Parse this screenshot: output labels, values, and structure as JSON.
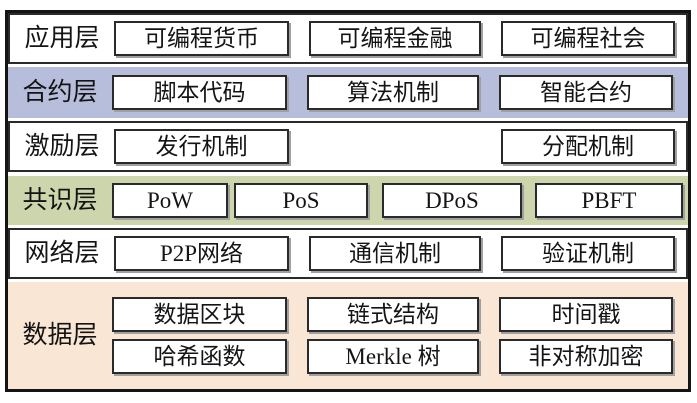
{
  "diagram": {
    "type": "layered-architecture",
    "subject": "blockchain-architecture",
    "language": "zh-CN",
    "colors": {
      "frame_border": "#141414",
      "box_border": "#2a2a2a",
      "box_shadow": "#a0a0a0",
      "plain_layer_bg": "#ffffff",
      "contract_layer_bg": "#b6bedc",
      "consensus_layer_bg": "#ccd5ab",
      "data_layer_bg": "#f9e6d5"
    },
    "layers": [
      {
        "label": "应用层",
        "boxes": [
          "可编程货币",
          "可编程金融",
          "可编程社会"
        ]
      },
      {
        "label": "合约层",
        "boxes": [
          "脚本代码",
          "算法机制",
          "智能合约"
        ]
      },
      {
        "label": "激励层",
        "boxes": [
          "发行机制",
          "分配机制"
        ]
      },
      {
        "label": "共识层",
        "boxes": [
          "PoW",
          "PoS",
          "DPoS",
          "PBFT"
        ]
      },
      {
        "label": "网络层",
        "boxes": [
          "P2P网络",
          "通信机制",
          "验证机制"
        ]
      },
      {
        "label": "数据层",
        "box_rows": [
          [
            "数据区块",
            "链式结构",
            "时间戳"
          ],
          [
            "哈希函数",
            "Merkle 树",
            "非对称加密"
          ]
        ]
      }
    ]
  }
}
